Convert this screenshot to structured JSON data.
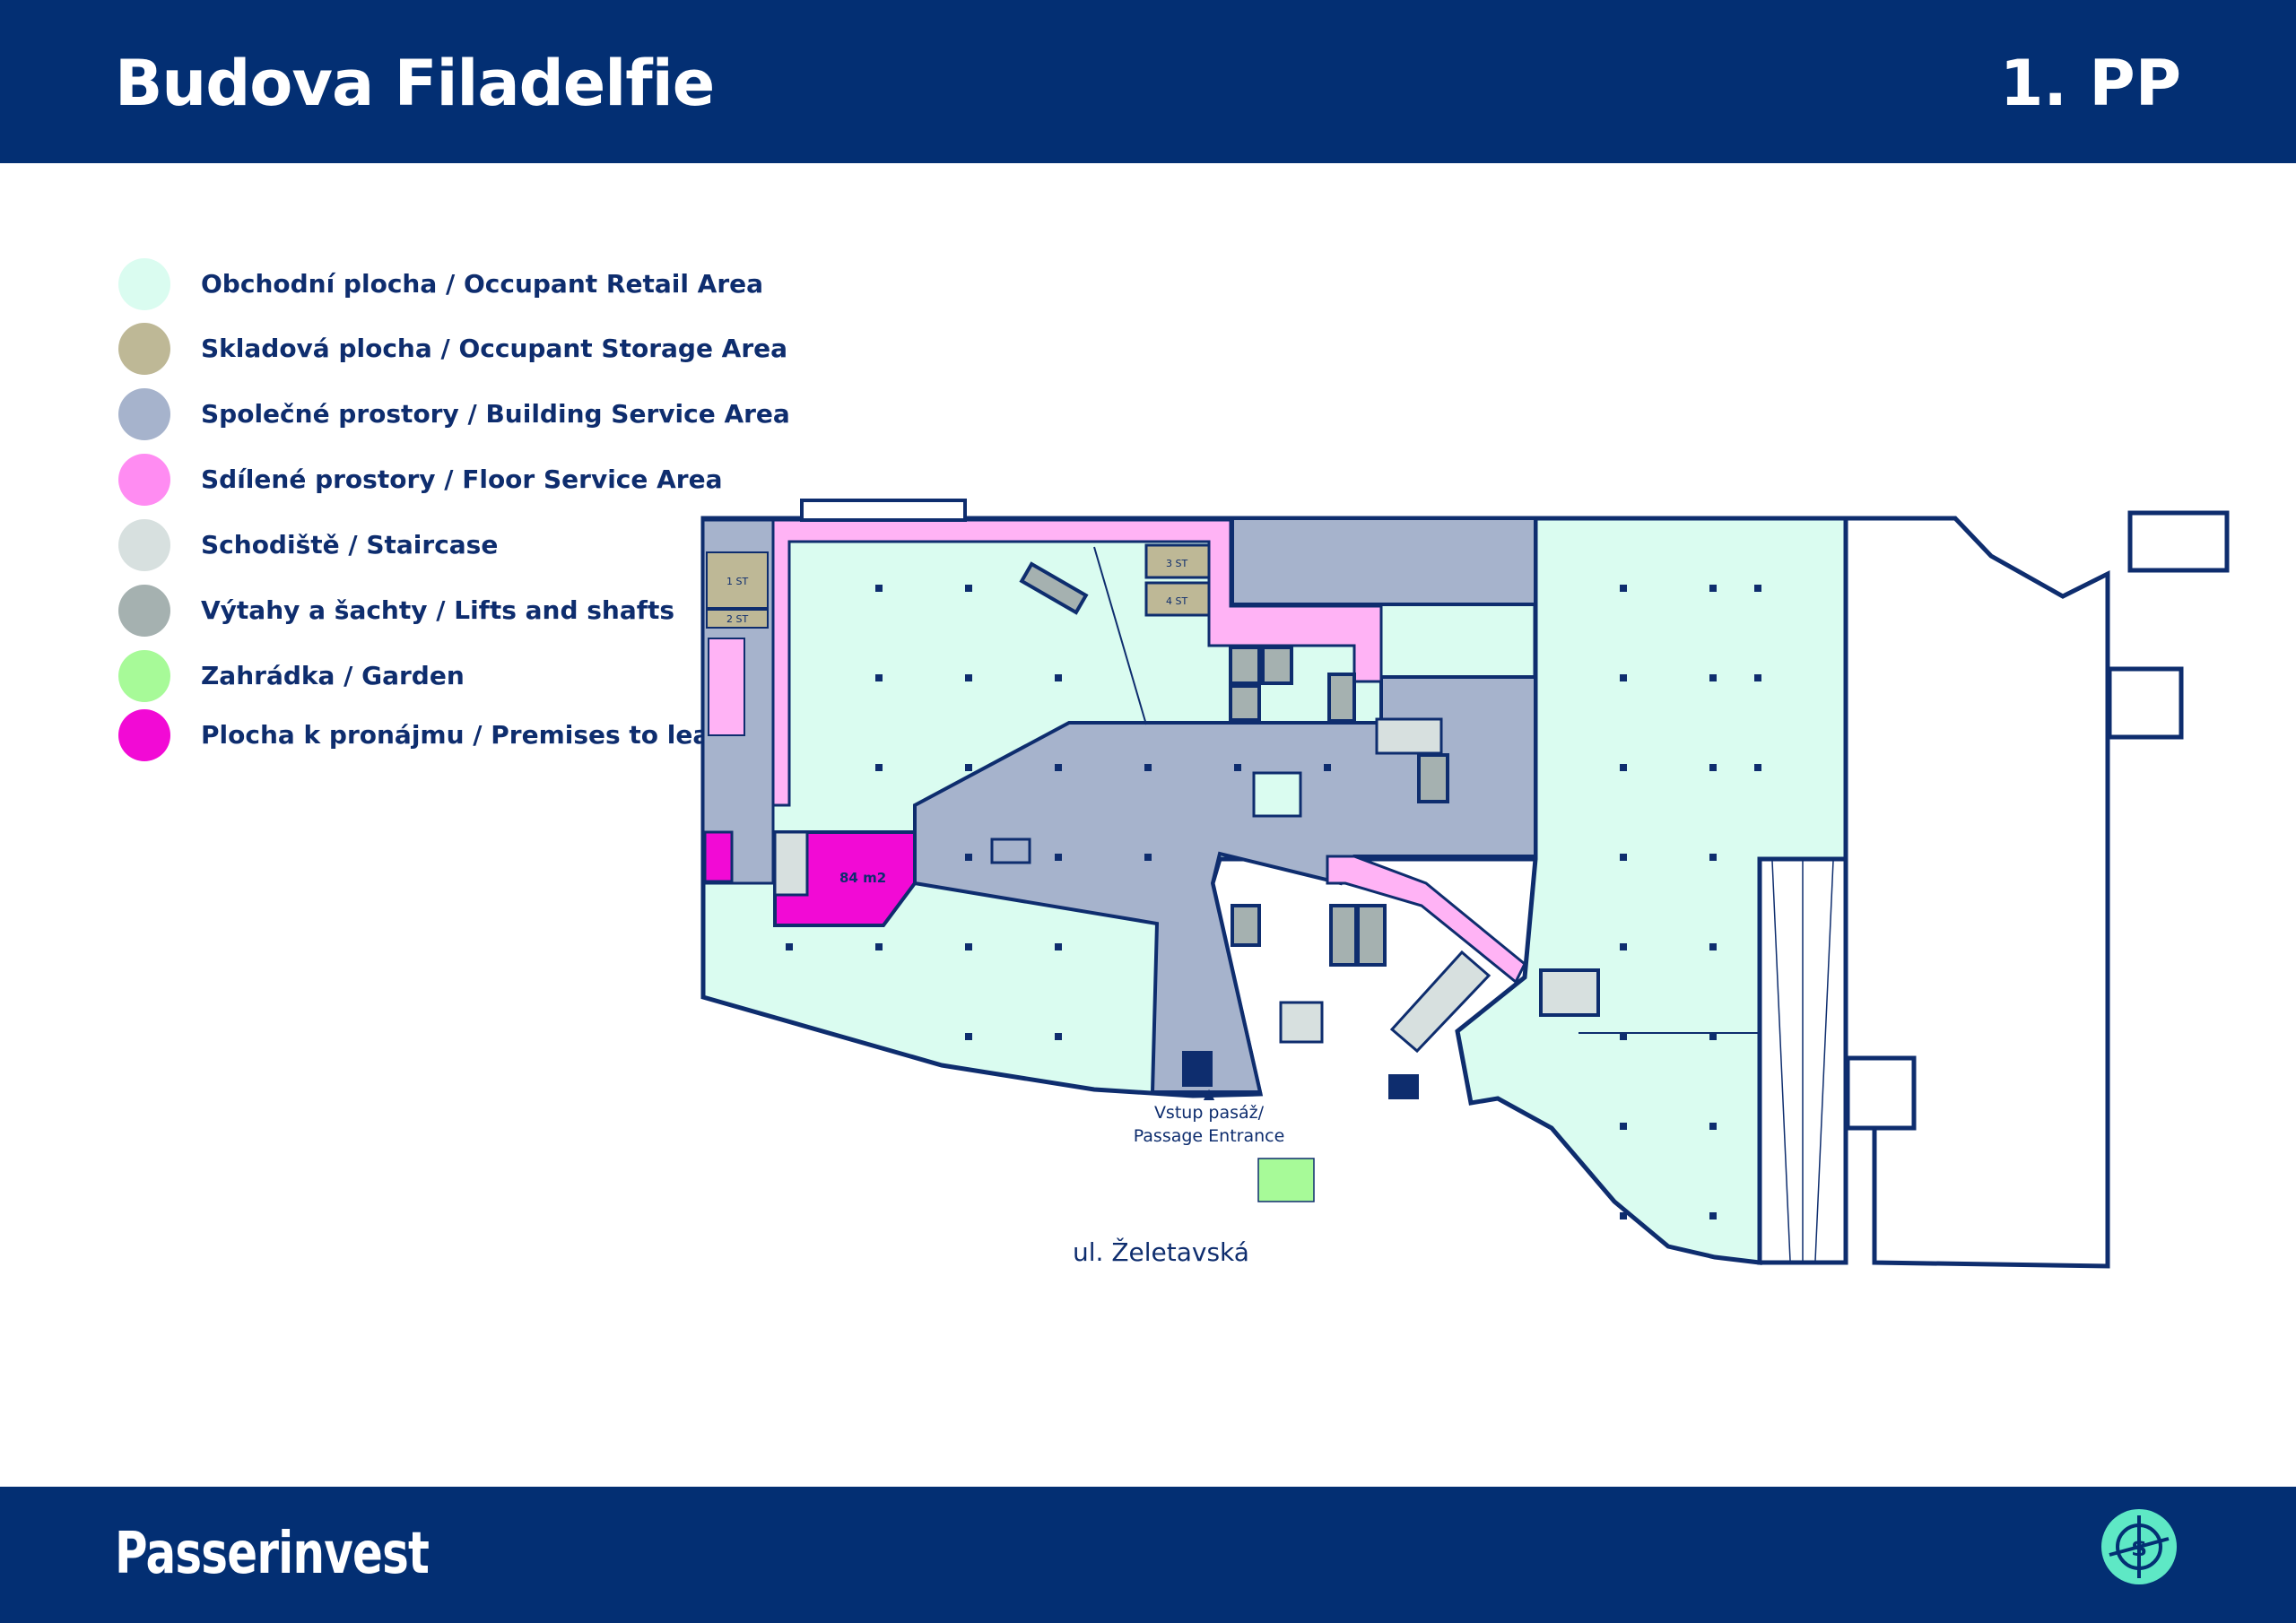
{
  "header": {
    "title": "Budova Filadelfie",
    "floor": "1. PP"
  },
  "legend": [
    {
      "label": "Obchodní plocha / Occupant Retail Area",
      "color": "#dafcf0"
    },
    {
      "label": "Skladová plocha / Occupant Storage Area",
      "color": "#beb896"
    },
    {
      "label": "Společné prostory / Building Service Area",
      "color": "#a6b3cc"
    },
    {
      "label": "Sdílené prostory / Floor Service Area",
      "color": "#ff8cf2"
    },
    {
      "label": "Schodiště / Staircase",
      "color": "#d7e0df"
    },
    {
      "label": "Výtahy a šachty / Lifts and shafts",
      "color": "#a5b1b0"
    },
    {
      "label": "Zahrádka / Garden",
      "color": "#a7fa98"
    },
    {
      "label": "Plocha k pronájmu / Premises to lease",
      "color": "#f20ad5"
    }
  ],
  "plan": {
    "premises_area": "84 m2",
    "entrance": {
      "line1": "Vstup pasáž/",
      "line2": "Passage Entrance"
    },
    "street": "ul. Želetavská",
    "storage_labels": [
      "1 ST",
      "2 ST",
      "3 ST",
      "4 ST"
    ],
    "colors": {
      "outline": "#0e2d6e",
      "retail": "#dafcf0",
      "storage": "#beb896",
      "service": "#a6b3cc",
      "floor_service": "#ffb3f5",
      "lease": "#f20ad5",
      "lift": "#a5b1b0",
      "garden": "#a7fa98"
    }
  },
  "footer": {
    "brand": "Passerinvest",
    "emblem_icon": "compass-emblem-icon"
  }
}
